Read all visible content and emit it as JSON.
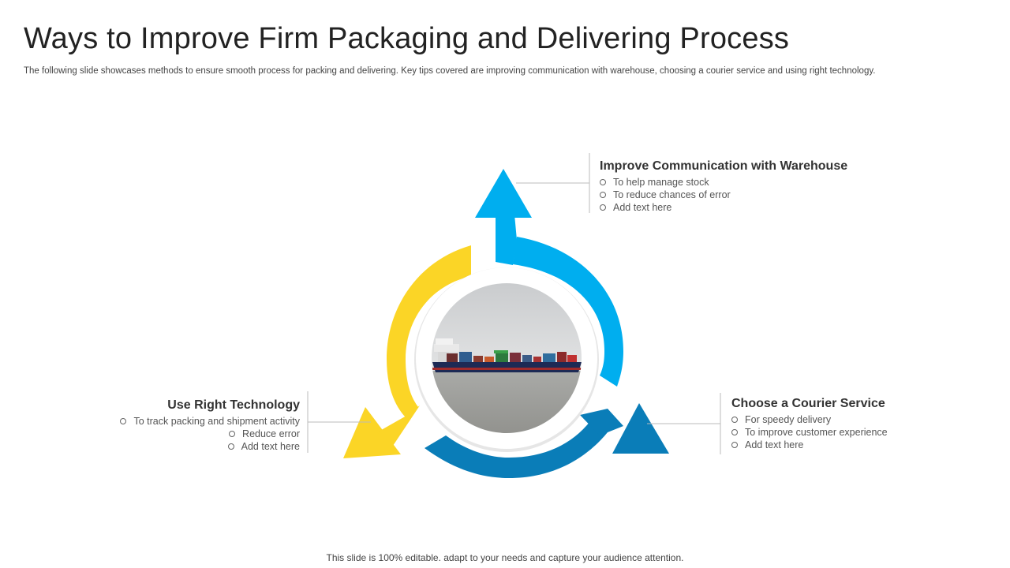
{
  "header": {
    "title": "Ways to Improve Firm Packaging and Delivering Process",
    "subtitle": "The following slide showcases methods to ensure smooth process for packing and delivering. Key tips covered are improving communication with warehouse, choosing a courier service and using right technology."
  },
  "colors": {
    "blue": "#00AEEF",
    "dark_blue": "#0A7DB8",
    "yellow": "#FBD526"
  },
  "blocks": {
    "warehouse": {
      "heading": "Improve Communication with Warehouse",
      "items": [
        "To help manage stock",
        "To reduce chances of error",
        "Add text here"
      ]
    },
    "courier": {
      "heading": "Choose a Courier Service",
      "items": [
        "For speedy delivery",
        "To improve  customer experience",
        "Add text here"
      ]
    },
    "technology": {
      "heading": "Use Right Technology",
      "items": [
        "To track packing and shipment activity",
        "Reduce error",
        "Add text here"
      ]
    }
  },
  "center_image": "container-ship-photo",
  "footer": "This slide is 100% editable. adapt to your needs and capture your audience attention."
}
